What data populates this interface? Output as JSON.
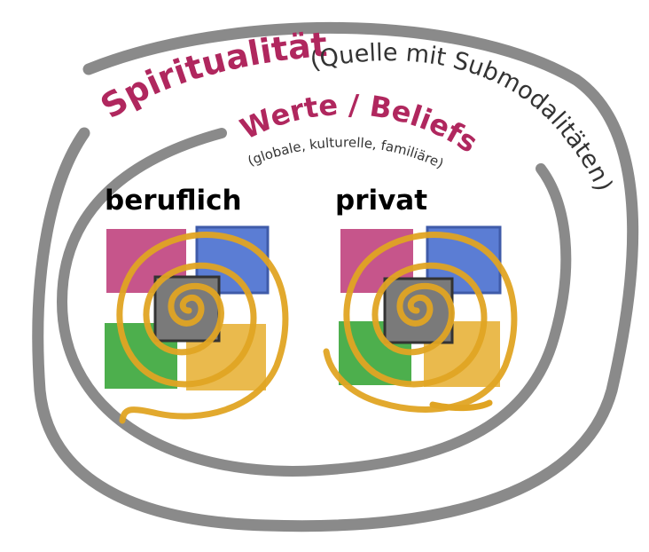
{
  "outer_ring": {
    "title": "Spiritualität",
    "subtitle": "(Quelle mit Submodalitäten)"
  },
  "inner_ring": {
    "title": "Werte / Beliefs",
    "subtitle": "(globale, kulturelle, familiäre)"
  },
  "clusters": [
    {
      "label": "beruflich"
    },
    {
      "label": "privat"
    }
  ],
  "colors": {
    "ring": "#8a8a8a",
    "accent_text": "#b0275e",
    "subtitle_text": "#333333",
    "label_text": "#000000",
    "square_magenta": "#c0437e",
    "square_blue": "#4a6fd0",
    "square_green": "#3aa63a",
    "square_yellow": "#e8b23a",
    "square_center": "#7a7a7a",
    "spiral": "#e0a423"
  },
  "icons": [
    "spiral-icon",
    "colored-squares-icon"
  ]
}
